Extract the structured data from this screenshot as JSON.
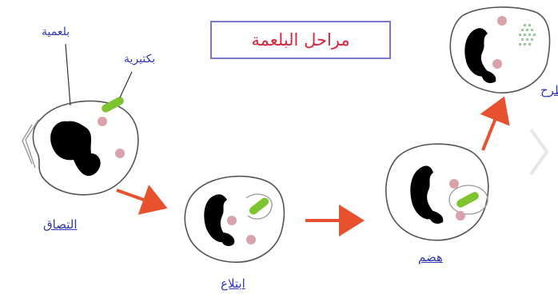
{
  "title": "مراحل البلعمة",
  "labels": {
    "phagocyte": "بلعمية",
    "bacterium": "بكتيرية"
  },
  "stages": [
    {
      "key": "adhesion",
      "label": "التصاق"
    },
    {
      "key": "ingestion",
      "label": "ابتلاع"
    },
    {
      "key": "digestion",
      "label": "هضم"
    },
    {
      "key": "excretion",
      "label": "طرح"
    }
  ],
  "colors": {
    "title_text": "#d6263b",
    "title_border": "#7b79c9",
    "labels": "#2f37b8",
    "arrow": "#e8512e",
    "bacterium": "#7dc42e",
    "granule": "#d9a3ac",
    "nucleus": "#000000",
    "cell_outline": "#555555"
  }
}
